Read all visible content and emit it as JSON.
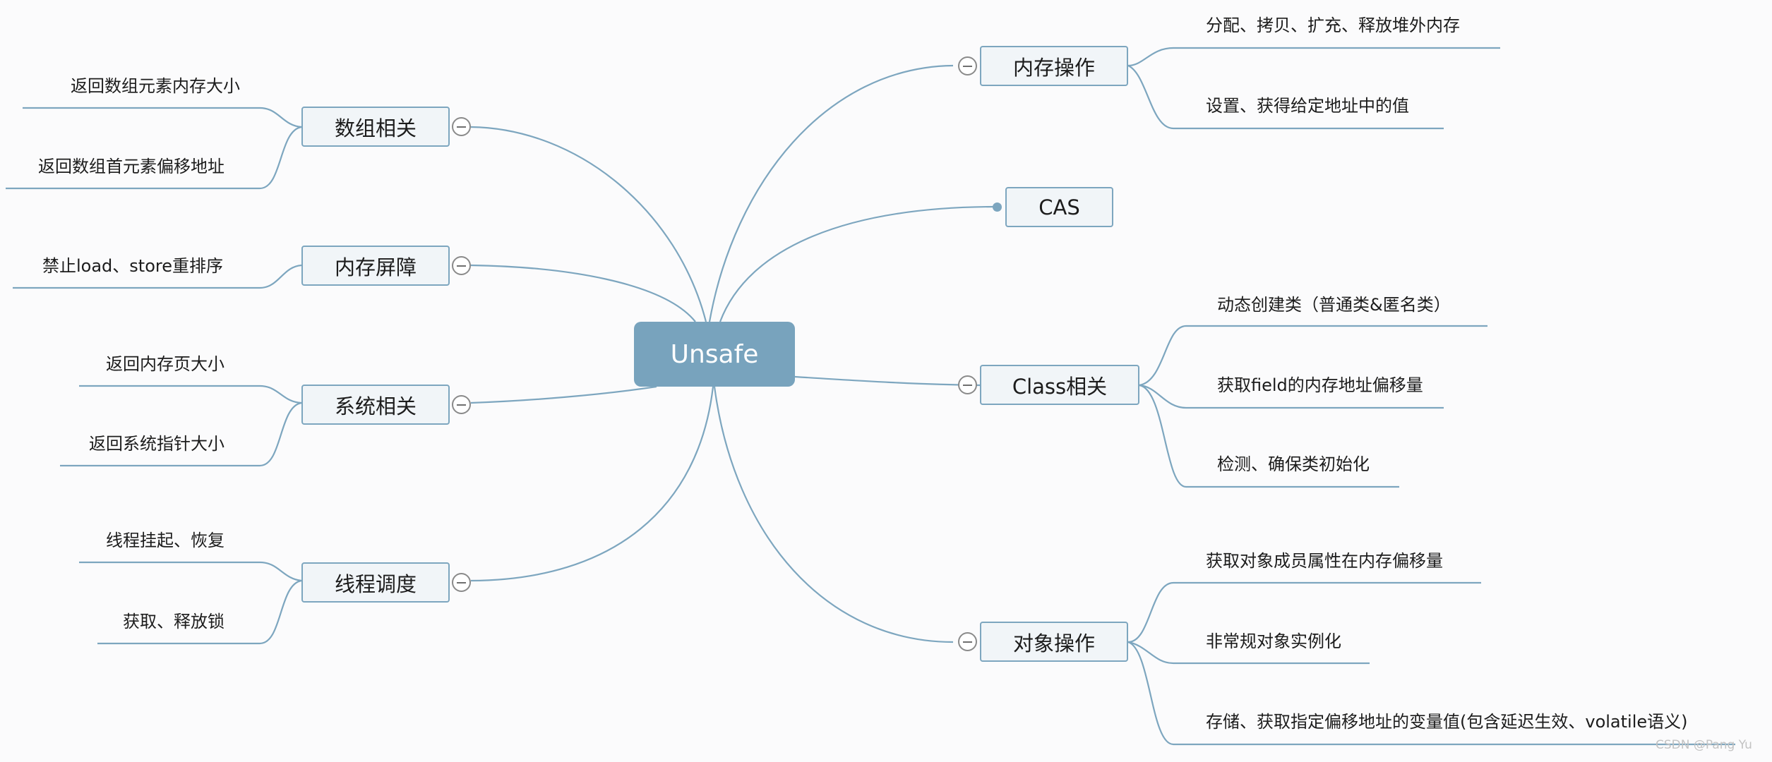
{
  "central": {
    "label": "Unsafe"
  },
  "branches": {
    "memory_ops": {
      "label": "内存操作",
      "leaves": [
        "分配、拷贝、扩充、释放堆外内存",
        "设置、获得给定地址中的值"
      ]
    },
    "cas": {
      "label": "CAS",
      "leaves": []
    },
    "class_related": {
      "label": "Class相关",
      "leaves": [
        "动态创建类（普通类&匿名类）",
        "获取field的内存地址偏移量",
        "检测、确保类初始化"
      ]
    },
    "object_ops": {
      "label": "对象操作",
      "leaves": [
        "获取对象成员属性在内存偏移量",
        "非常规对象实例化",
        "存储、获取指定偏移地址的变量值(包含延迟生效、volatile语义)"
      ]
    },
    "array_related": {
      "label": "数组相关",
      "leaves": [
        "返回数组元素内存大小",
        "返回数组首元素偏移地址"
      ]
    },
    "memory_barrier": {
      "label": "内存屏障",
      "leaves": [
        "禁止load、store重排序"
      ]
    },
    "system_related": {
      "label": "系统相关",
      "leaves": [
        "返回内存页大小",
        "返回系统指针大小"
      ]
    },
    "thread_sched": {
      "label": "线程调度",
      "leaves": [
        "线程挂起、恢复",
        "获取、释放锁"
      ]
    }
  },
  "watermark": "CSDN @Pang Yu",
  "colors": {
    "line": "#7da6bf",
    "central_fill": "#78a3bd",
    "node_fill": "#f1f5f8",
    "background": "#fbfbfc"
  }
}
